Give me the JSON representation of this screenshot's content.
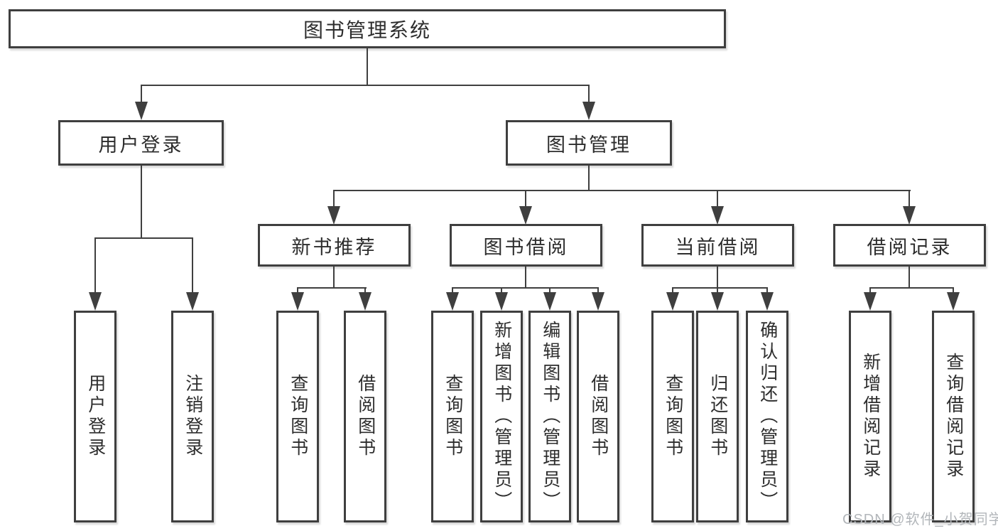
{
  "tree": {
    "root": "图书管理系统",
    "user_login": {
      "label": "用户登录",
      "children": [
        "用户登录",
        "注销登录"
      ]
    },
    "book_mgmt": {
      "label": "图书管理",
      "sections": [
        {
          "label": "新书推荐",
          "children": [
            "查询图书",
            "借阅图书"
          ]
        },
        {
          "label": "图书借阅",
          "children": [
            "查询图书",
            "新增图书（管理员）",
            "编辑图书（管理员）",
            "借阅图书"
          ]
        },
        {
          "label": "当前借阅",
          "children": [
            "查询图书",
            "归还图书",
            "确认归还（管理员）"
          ]
        },
        {
          "label": "借阅记录",
          "children": [
            "新增借阅记录",
            "查询借阅记录"
          ]
        }
      ]
    }
  },
  "watermark": "CSDN @软件_小贺同学",
  "colors": {
    "line": "#3f3f3f",
    "text": "#2d2d2d",
    "box_background": "#ffffff",
    "watermark": "#b2b6ba"
  }
}
